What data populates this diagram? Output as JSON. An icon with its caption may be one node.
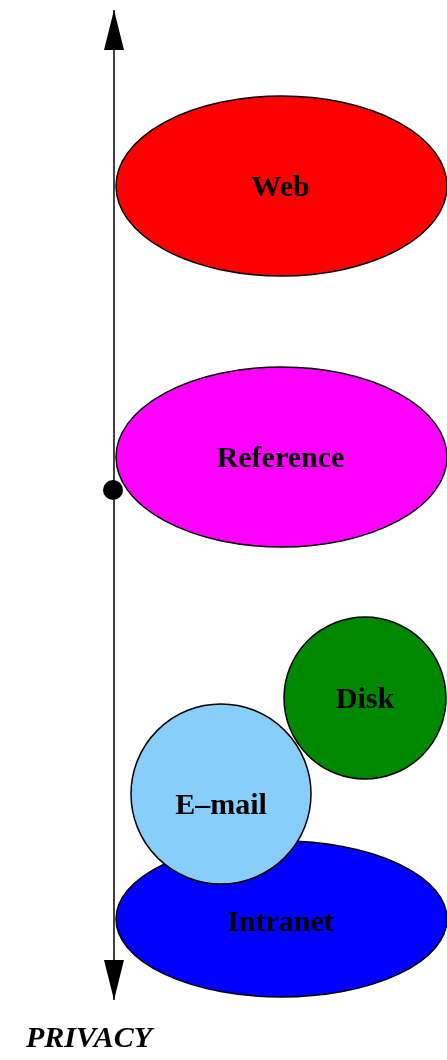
{
  "diagram": {
    "nodes": [
      {
        "text": [
          "Web"
        ]
      },
      {
        "text": [
          "Reference"
        ]
      },
      {
        "text": [
          "Disk"
        ]
      },
      {
        "text": [
          "E–mail"
        ]
      },
      {
        "text": [
          "Intranet"
        ]
      }
    ],
    "labels": [
      "PRIVACY"
    ]
  }
}
